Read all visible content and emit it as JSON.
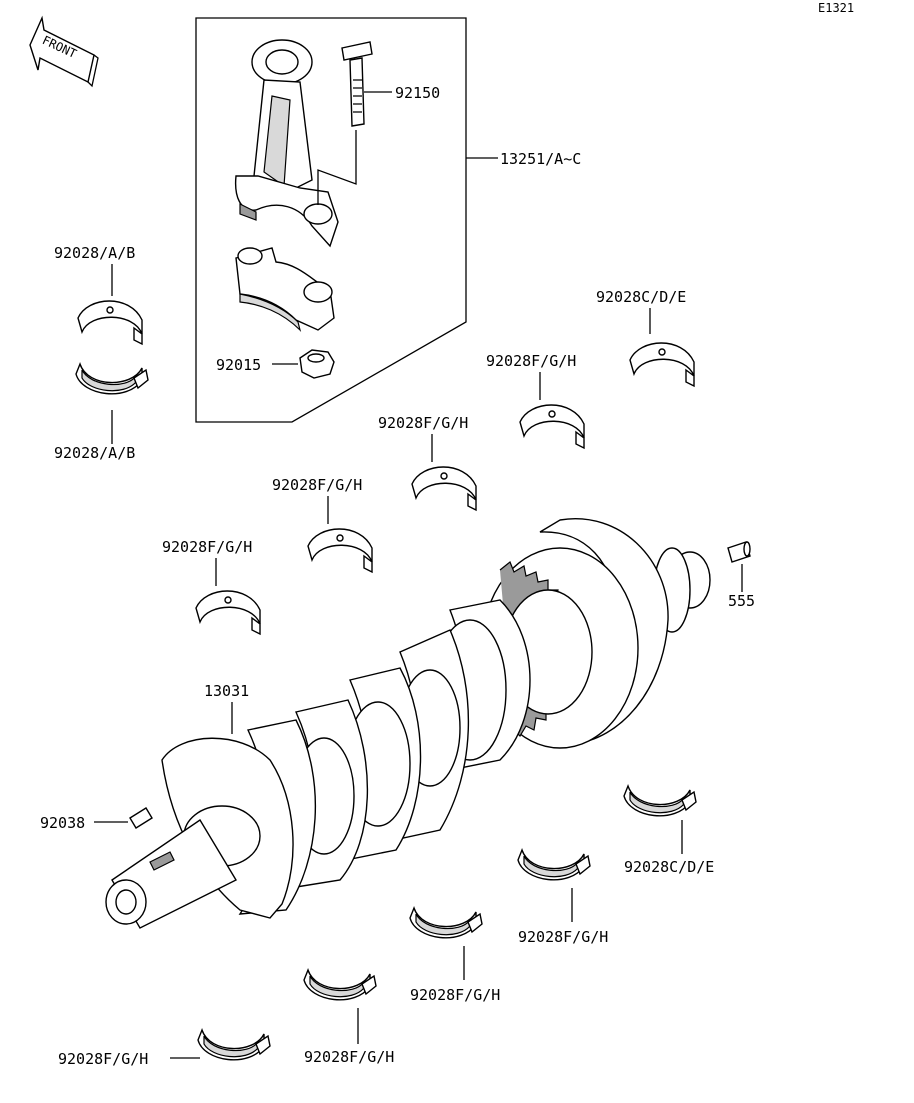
{
  "diagram": {
    "code": "E1321",
    "front_label": "FRONT",
    "labels": {
      "bolt": "92150",
      "conrod_assy": "13251/A~C",
      "nut": "92015",
      "conrod_bearing_upper": "92028/A/B",
      "conrod_bearing_lower": "92028/A/B",
      "main_bearing_ce_upper": "92028C/D/E",
      "main_bearing_fgh_1": "92028F/G/H",
      "main_bearing_fgh_2": "92028F/G/H",
      "main_bearing_fgh_3": "92028F/G/H",
      "main_bearing_fgh_4": "92028F/G/H",
      "pin": "555",
      "crankshaft": "13031",
      "key": "92038",
      "main_bearing_ce_lower": "92028C/D/E",
      "main_bearing_fgh_l1": "92028F/G/H",
      "main_bearing_fgh_l2": "92028F/G/H",
      "main_bearing_fgh_l3": "92028F/G/H",
      "main_bearing_fgh_l4": "92028F/G/H"
    }
  }
}
